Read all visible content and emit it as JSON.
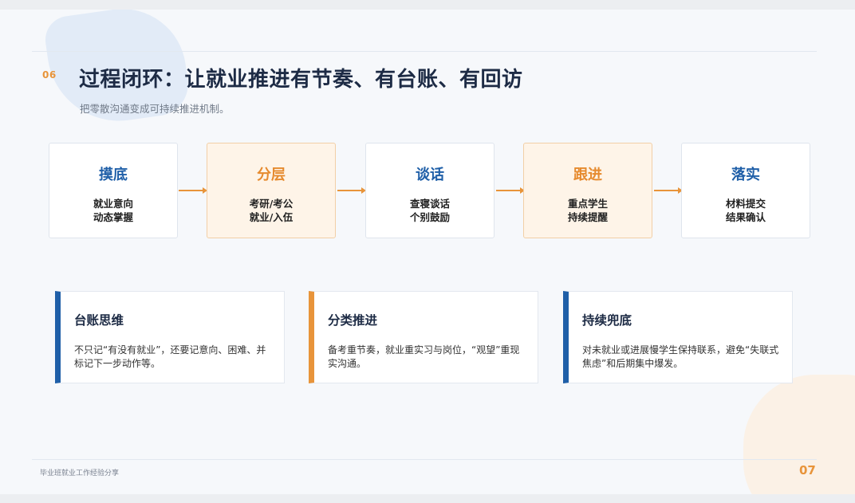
{
  "header": {
    "section_number": "06",
    "title": "过程闭环：让就业推进有节奏、有台账、有回访",
    "subtitle": "把零散沟通变成可持续推进机制。"
  },
  "flow": {
    "steps": [
      {
        "name": "摸底",
        "line1": "就业意向",
        "line2": "动态掌握",
        "highlight": false
      },
      {
        "name": "分层",
        "line1": "考研/考公",
        "line2": "就业/入伍",
        "highlight": true
      },
      {
        "name": "谈话",
        "line1": "查寝谈话",
        "line2": "个别鼓励",
        "highlight": false
      },
      {
        "name": "跟进",
        "line1": "重点学生",
        "line2": "持续提醒",
        "highlight": true
      },
      {
        "name": "落实",
        "line1": "材料提交",
        "line2": "结果确认",
        "highlight": false
      }
    ]
  },
  "cards": [
    {
      "title": "台账思维",
      "text": "不只记“有没有就业”，还要记意向、困难、并标记下一步动作等。",
      "accent": "#1f5fa8"
    },
    {
      "title": "分类推进",
      "text": "备考重节奏，就业重实习与岗位，“观望”重现实沟通。",
      "accent": "#e8943a"
    },
    {
      "title": "持续兜底",
      "text": "对未就业或进展慢学生保持联系，避免“失联式焦虑”和后期集中爆发。",
      "accent": "#1f5fa8"
    }
  ],
  "footer": {
    "left_text": "毕业班就业工作经验分享",
    "page_number": "07"
  },
  "colors": {
    "primary_blue": "#1f5fa8",
    "accent_orange": "#e8943a",
    "title_dark": "#1d2b45"
  }
}
